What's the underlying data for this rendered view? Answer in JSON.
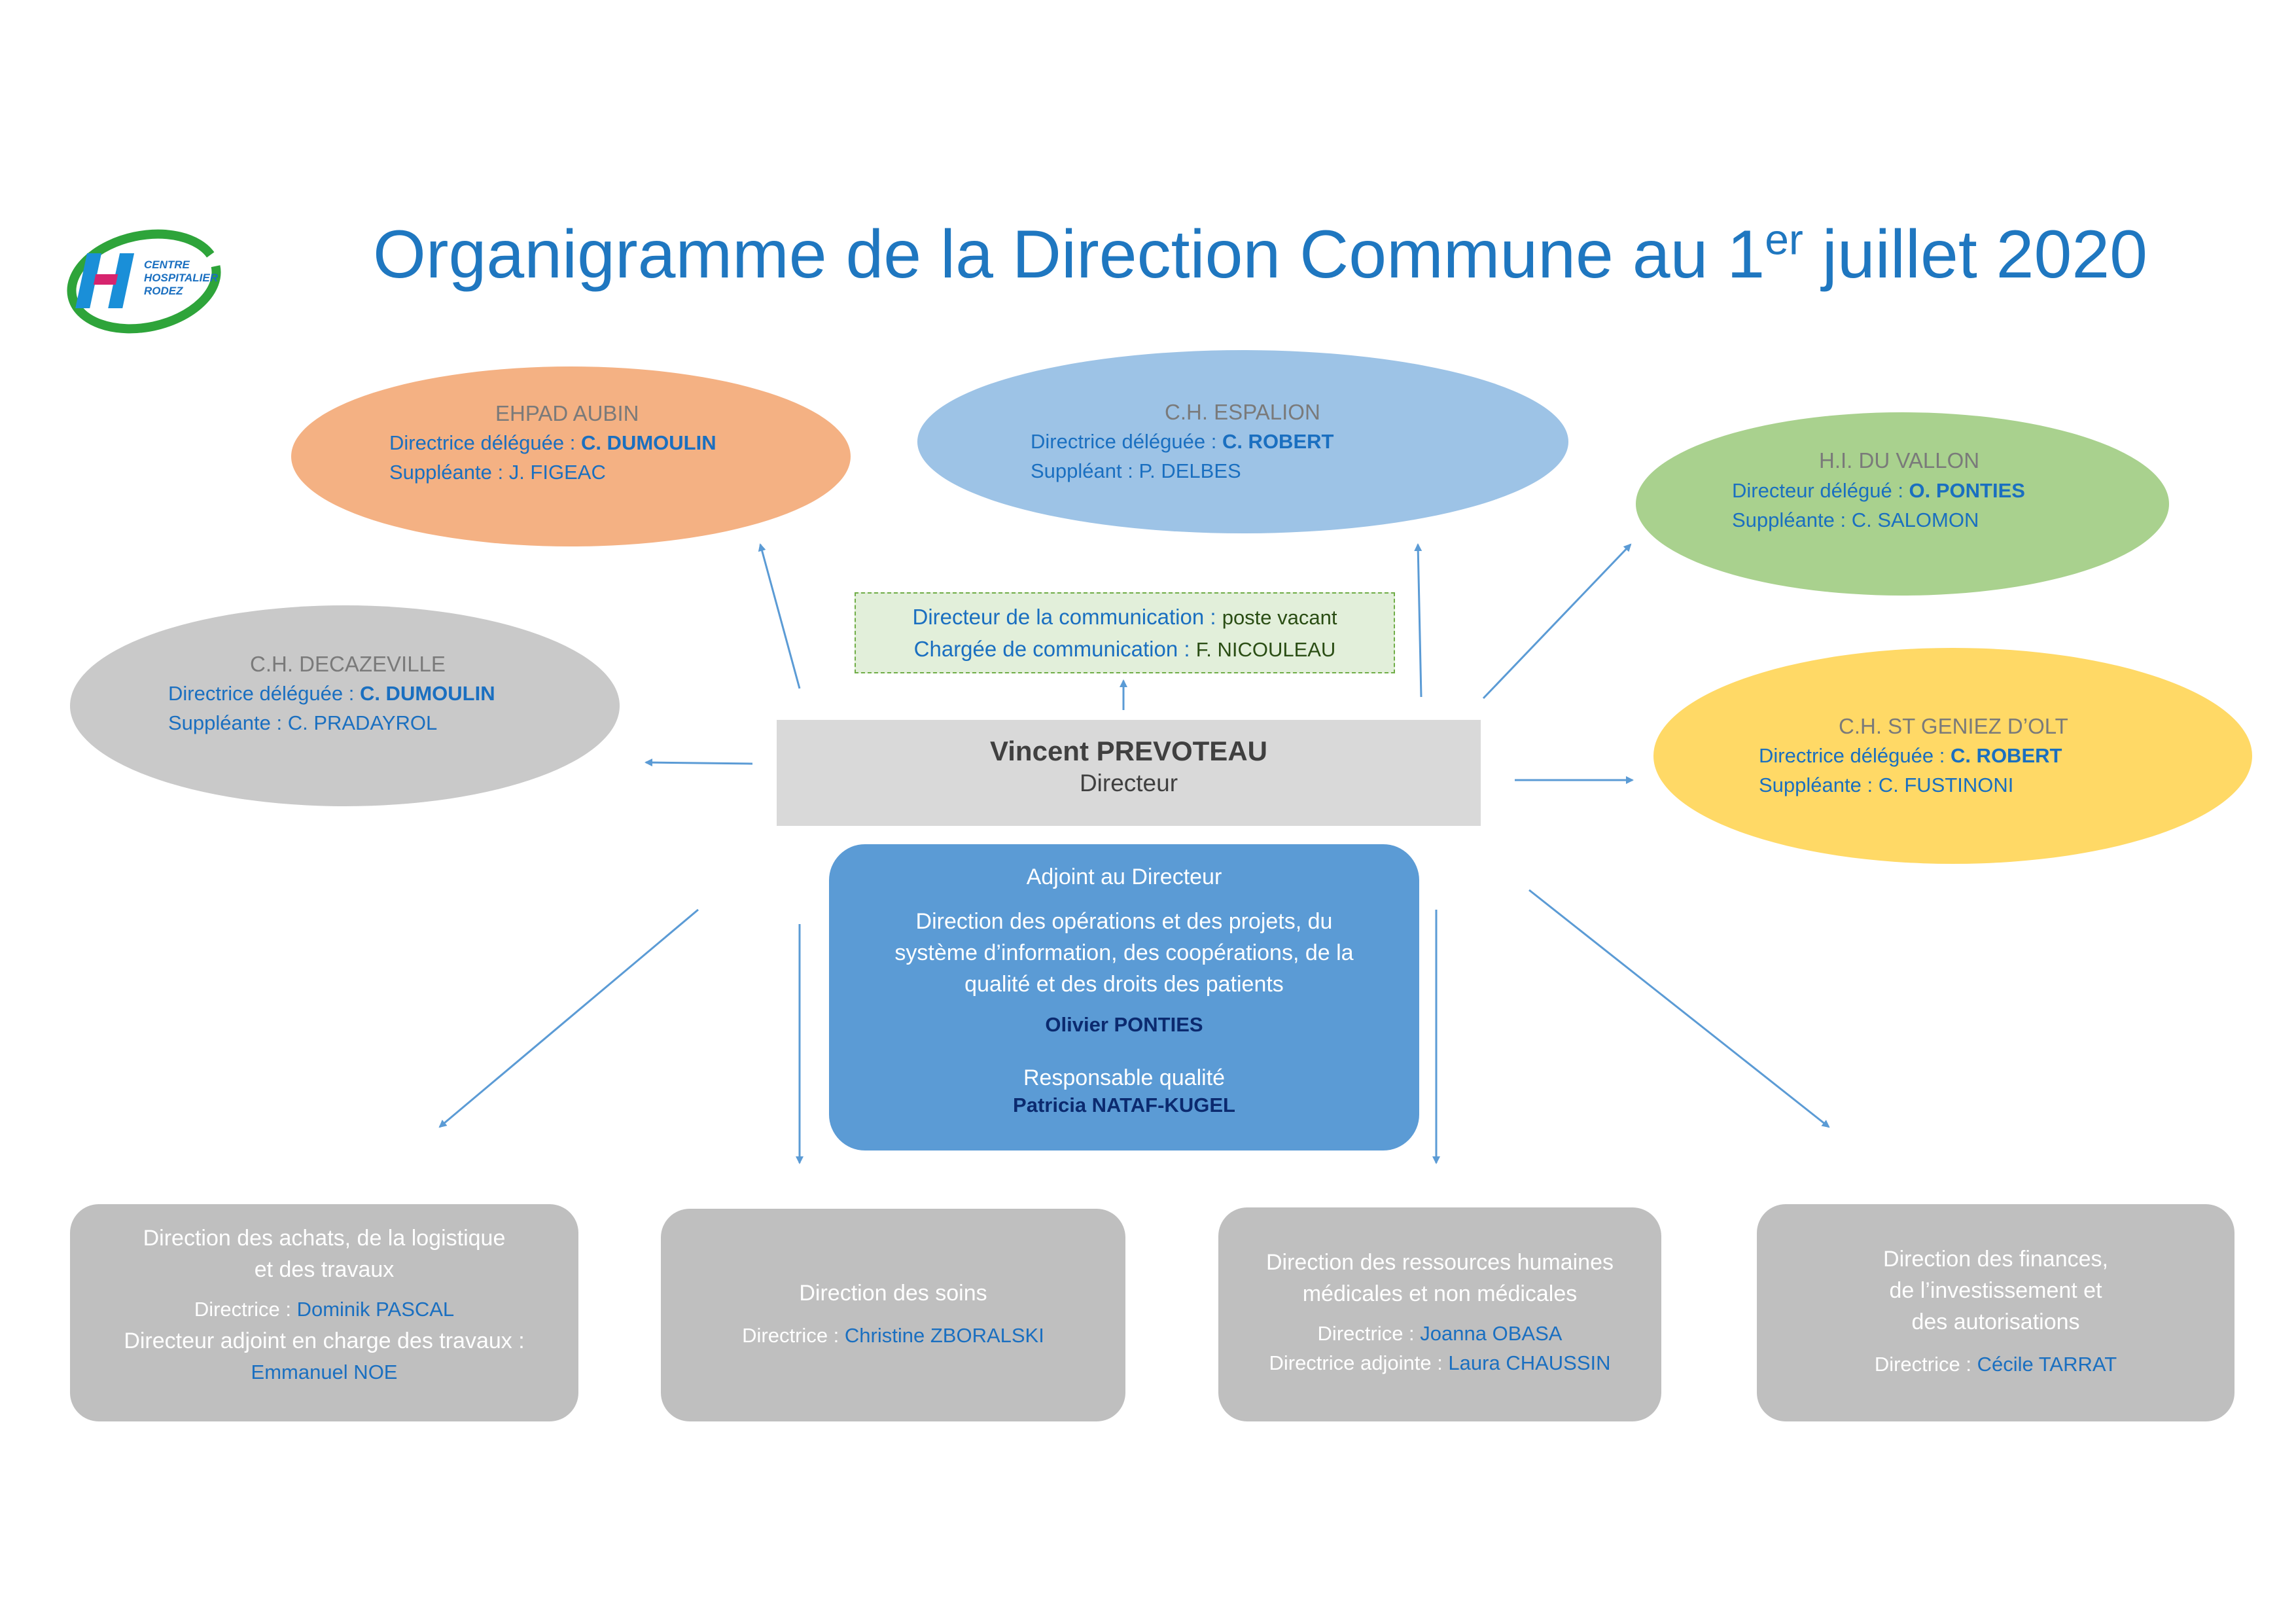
{
  "title": {
    "prefix": "Organigramme de la Direction Commune au 1",
    "sup": "er",
    "suffix": " juillet 2020"
  },
  "logo": {
    "line1": "CENTRE",
    "line2": "HOSPITALIER",
    "line3": "RODEZ"
  },
  "ellipses": {
    "ehpad_aubin": {
      "name": "EHPAD AUBIN",
      "role1": "Directrice déléguée  : ",
      "person1": "C. DUMOULIN",
      "role2": "Suppléante : J. FIGEAC"
    },
    "ch_espalion": {
      "name": "C.H. ESPALION",
      "role1": "Directrice déléguée  : ",
      "person1": "C. ROBERT",
      "role2": "Suppléant : P. DELBES"
    },
    "hi_du_vallon": {
      "name": "H.I. DU VALLON",
      "role1": "Directeur délégué : ",
      "person1": "O. PONTIES",
      "role2": "Suppléante : C. SALOMON"
    },
    "ch_decazeville": {
      "name": "C.H. DECAZEVILLE",
      "role1": "Directrice déléguée : ",
      "person1": "C. DUMOULIN",
      "role2": "Suppléante : C. PRADAYROL"
    },
    "ch_st_geniez": {
      "name": "C.H. ST GENIEZ D’OLT",
      "role1": "Directrice déléguée  : ",
      "person1": "C. ROBERT",
      "role2": "Suppléante : C. FUSTINONI"
    }
  },
  "communication": {
    "line1_label": "Directeur de la communication : ",
    "line1_value": "poste vacant",
    "line2_label": "Chargée de communication : ",
    "line2_value": "F. NICOULEAU"
  },
  "director": {
    "name": "Vincent PREVOTEAU",
    "role": "Directeur"
  },
  "adjoint": {
    "title": "Adjoint au Directeur",
    "desc1": "Direction des opérations et des projets, du",
    "desc2": "système d’information, des coopérations, de la",
    "desc3": "qualité et des droits des patients",
    "name": "Olivier PONTIES",
    "quality_title": "Responsable qualité",
    "quality_name": "Patricia NATAF-KUGEL"
  },
  "directions": {
    "achats": {
      "title1": "Direction des achats, de la logistique",
      "title2": "et des travaux",
      "label1": "Directrice : ",
      "value1": "Dominik PASCAL",
      "label2": "Directeur adjoint en charge des travaux :",
      "value2": "Emmanuel NOE"
    },
    "soins": {
      "title1": "Direction des soins",
      "label1": "Directrice : ",
      "value1": "Christine ZBORALSKI"
    },
    "rh": {
      "title1": "Direction des ressources humaines",
      "title2": "médicales et non médicales",
      "label1": "Directrice : ",
      "value1": "Joanna OBASA",
      "label2": "Directrice adjointe : ",
      "value2": "Laura CHAUSSIN"
    },
    "finances": {
      "title1": "Direction des finances,",
      "title2": "de l’investissement et",
      "title3": "des autorisations",
      "label1": "Directrice : ",
      "value1": "Cécile TARRAT"
    }
  },
  "colors": {
    "title": "#1F77C0",
    "ehpad": "#f4b183",
    "espalion": "#9dc3e6",
    "vallon": "#a9d18e",
    "decazeville": "#c9c9c9",
    "st_geniez": "#ffd966",
    "director_box": "#d9d9d9",
    "adjoint_box": "#5b9bd5",
    "direction_boxes": "#bfbfbf",
    "arrows": "#5b9bd5"
  }
}
